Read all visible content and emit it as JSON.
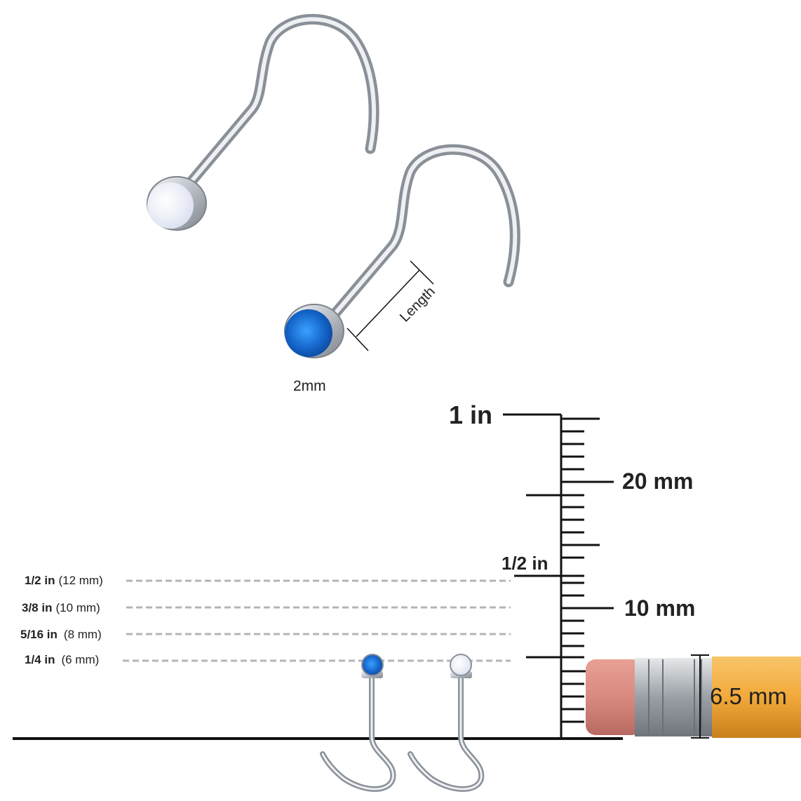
{
  "product": {
    "gem_size_label": "2mm",
    "length_label": "Length",
    "gems": {
      "white_opal": "#eef0f8",
      "blue_opal": "#1464c8"
    }
  },
  "ruler": {
    "label_1in": "1 in",
    "label_20mm": "20 mm",
    "label_half_in": "1/2 in",
    "label_10mm": "10 mm",
    "pencil_label": "6.5 mm"
  },
  "sizes": [
    {
      "inch": "1/2 in",
      "mm": "(12 mm)"
    },
    {
      "inch": "3/8 in",
      "mm": "(10 mm)"
    },
    {
      "inch": "5/16 in",
      "mm": "(8 mm)"
    },
    {
      "inch": "1/4 in",
      "mm": "(6 mm)"
    }
  ],
  "colors": {
    "metal": "#c8ccd2",
    "metal_dark": "#8a9098",
    "dashed_line": "#b4b4b4",
    "ruler_line": "#111111",
    "eraser": "#d88a80",
    "ferrule": "#b8bcc0",
    "pencil_body": "#f2a93a"
  }
}
